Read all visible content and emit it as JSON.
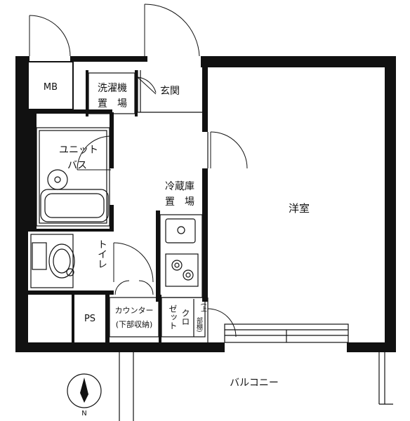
{
  "rooms": {
    "mb": "MB",
    "washer": [
      "洗濯機",
      "置　場"
    ],
    "entrance": "玄関",
    "unit_bath": [
      "ユニット",
      "バス"
    ],
    "fridge": [
      "冷蔵庫",
      "置　場"
    ],
    "western_room": "洋室",
    "toilet": "トイレ",
    "ps": "PS",
    "counter": [
      "カウンター",
      "(下部収納)"
    ],
    "closet": [
      "クロ",
      "ゼット"
    ],
    "upper_shelf": [
      "(上",
      "部棚)"
    ],
    "balcony": "バルコニー"
  },
  "compass": {
    "north_label": "N"
  }
}
